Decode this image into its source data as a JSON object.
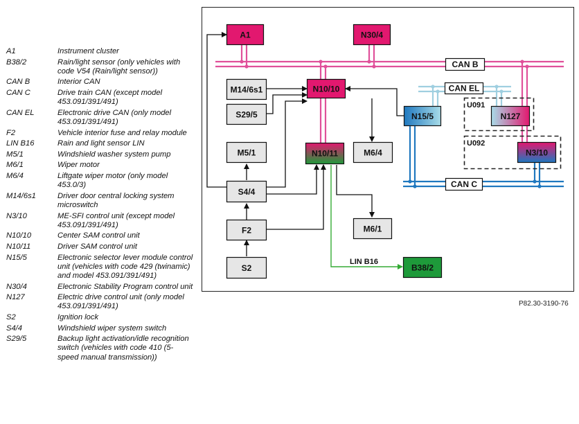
{
  "legend": [
    {
      "code": "A1",
      "desc": "Instrument cluster"
    },
    {
      "code": "B38/2",
      "desc": "Rain/light sensor (only vehicles with code V54 (Rain/light sensor))"
    },
    {
      "code": "CAN B",
      "desc": "Interior CAN"
    },
    {
      "code": "CAN C",
      "desc": "Drive train CAN (except model 453.091/391/491)"
    },
    {
      "code": "CAN EL",
      "desc": "Electronic drive CAN (only model 453.091/391/491)"
    },
    {
      "code": "F2",
      "desc": "Vehicle interior fuse and relay module"
    },
    {
      "code": "LIN B16",
      "desc": "Rain and light sensor LIN"
    },
    {
      "code": "M5/1",
      "desc": "Windshield washer system pump"
    },
    {
      "code": "M6/1",
      "desc": "Wiper motor"
    },
    {
      "code": "M6/4",
      "desc": "Liftgate wiper motor (only model 453.0/3)"
    },
    {
      "code": "M14/6s1",
      "desc": "Driver door central locking system microswitch"
    },
    {
      "code": "N3/10",
      "desc": "ME-SFI control unit (except model 453.091/391/491)"
    },
    {
      "code": "N10/10",
      "desc": "Center SAM control unit"
    },
    {
      "code": "N10/11",
      "desc": "Driver SAM control unit"
    },
    {
      "code": "N15/5",
      "desc": "Electronic selector lever module control unit (vehicles with code 429 (twinamic) and model 453.091/391/491)"
    },
    {
      "code": "N30/4",
      "desc": "Electronic Stability Program control unit"
    },
    {
      "code": "N127",
      "desc": "Electric drive control unit (only model 453.091/391/491)"
    },
    {
      "code": "S2",
      "desc": "Ignition lock"
    },
    {
      "code": "S4/4",
      "desc": "Windshield wiper system switch"
    },
    {
      "code": "S29/5",
      "desc": "Backup light activation/idle recognition switch (vehicles with code 410 (5-speed manual transmission))"
    }
  ],
  "diagram": {
    "components": {
      "A1": "A1",
      "N30/4": "N30/4",
      "M14/6s1": "M14/6s1",
      "N10/10": "N10/10",
      "S29/5": "S29/5",
      "N15/5": "N15/5",
      "N127": "N127",
      "M5/1": "M5/1",
      "N10/11": "N10/11",
      "M6/4": "M6/4",
      "N3/10": "N3/10",
      "S4/4": "S4/4",
      "M6/1": "M6/1",
      "F2": "F2",
      "S2": "S2",
      "B38/2": "B38/2"
    },
    "buses": {
      "can_b": "CAN B",
      "can_el": "CAN EL",
      "can_c": "CAN C",
      "lin_b16": "LIN B16"
    },
    "groups": {
      "u091": "U091",
      "u092": "U092"
    },
    "colors": {
      "can_b": "#e0509a",
      "can_el": "#9fcfe0",
      "can_c": "#1f78bf",
      "lin": "#33aa33",
      "magenta_box": "#e2186f",
      "green_box": "#1e9a3a",
      "gray_box": "#e6e6e6"
    }
  },
  "figure_ref": "P82.30-3190-76"
}
